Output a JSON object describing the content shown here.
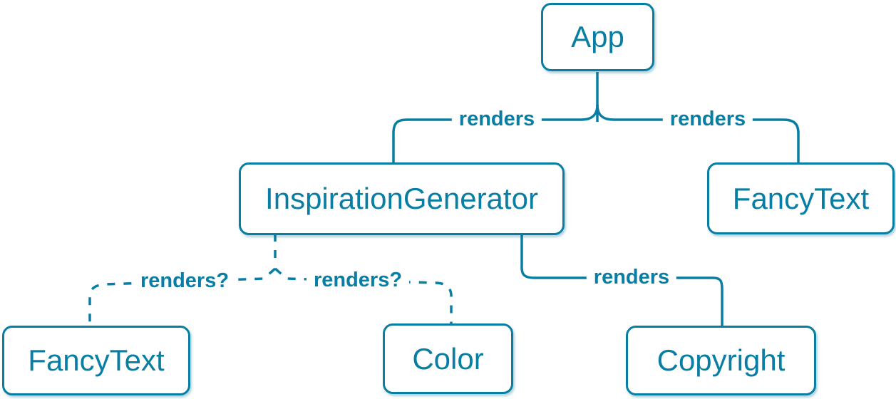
{
  "colors": {
    "accent": "#087ea4",
    "node_background": "#ffffff"
  },
  "diagram_type": "react-component-render-tree",
  "nodes": {
    "app": {
      "label": "App"
    },
    "inspiration_generator": {
      "label": "InspirationGenerator"
    },
    "fancy_text_top": {
      "label": "FancyText"
    },
    "fancy_text_bottom": {
      "label": "FancyText"
    },
    "color": {
      "label": "Color"
    },
    "copyright": {
      "label": "Copyright"
    }
  },
  "edges": {
    "app_to_inspiration_generator": {
      "from": "App",
      "to": "InspirationGenerator",
      "label": "renders",
      "style": "solid"
    },
    "app_to_fancy_text": {
      "from": "App",
      "to": "FancyText",
      "label": "renders",
      "style": "solid"
    },
    "inspiration_generator_to_fancy_text": {
      "from": "InspirationGenerator",
      "to": "FancyText",
      "label": "renders?",
      "style": "dashed"
    },
    "inspiration_generator_to_color": {
      "from": "InspirationGenerator",
      "to": "Color",
      "label": "renders?",
      "style": "dashed"
    },
    "inspiration_generator_to_copyright": {
      "from": "InspirationGenerator",
      "to": "Copyright",
      "label": "renders",
      "style": "solid"
    }
  }
}
